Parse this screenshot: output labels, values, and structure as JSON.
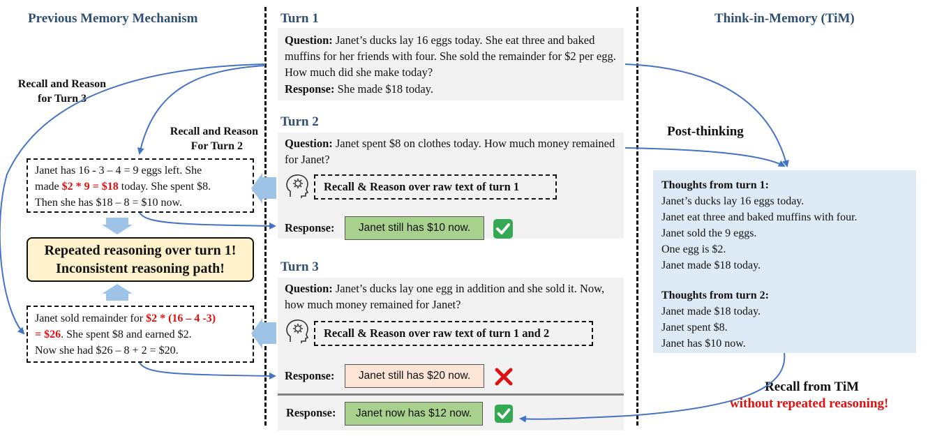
{
  "headers": {
    "left": "Previous Memory Mechanism",
    "right": "Think-in-Memory (TiM)"
  },
  "turn1": {
    "title": "Turn 1",
    "question_label": "Question:",
    "question_text": " Janet’s ducks lay 16 eggs today. She eat three and baked muffins for her friends with four. She sold the remainder for $2 per egg. How much did she make today?",
    "response_label": "Response:",
    "response_text": " She made $18 today."
  },
  "turn2": {
    "title": "Turn 2",
    "question_label": "Question:",
    "question_text": " Janet spent $8 on clothes today. How much money remained for Janet?",
    "recall_text": "Recall & Reason over raw text of turn 1",
    "response_label": "Response:",
    "response_value": "Janet still has $10 now."
  },
  "turn3": {
    "title": "Turn 3",
    "question_label": "Question:",
    "question_text": " Janet’s ducks lay one egg in addition and she sold it. Now, how much money remained for Janet?",
    "recall_text": "Recall & Reason over raw text of turn 1 and  2",
    "response_label": "Response:",
    "response_value": "Janet still has $20 now.",
    "tim_response_label": "Response:",
    "tim_response_value": "Janet now has $12 now."
  },
  "left": {
    "recall_turn3": [
      "Recall and Reason",
      "for Turn 3"
    ],
    "recall_turn2": [
      "Recall and Reason",
      "For Turn 2"
    ],
    "box1": {
      "line1": "Janet has 16 - 3 – 4 = 9 eggs left. She",
      "line2_pre": "made ",
      "line2_red": "$2 * 9 = $18",
      "line2_post": " today. She spent $8.",
      "line3": "Then she has $18 – 8 = $10 now."
    },
    "summary": [
      "Repeated reasoning over turn 1!",
      "Inconsistent reasoning path!"
    ],
    "box2": {
      "line1_pre": "Janet sold remainder for ",
      "line1_red": "$2 * (16 – 4 -3)",
      "line2_red": "= $26",
      "line2_post": ". She spent $8 and earned $2.",
      "line3": "Now she had $26 – 8 + 2 = $20."
    }
  },
  "right": {
    "post_thinking": "Post-thinking",
    "thoughts1_title": "Thoughts from turn 1:",
    "thoughts1": [
      "Janet’s ducks lay 16 eggs today.",
      "Janet eat three and baked muffins with four.",
      "Janet sold the 9 eggs.",
      "One egg is $2.",
      "Janet made $18 today."
    ],
    "thoughts2_title": "Thoughts from turn 2:",
    "thoughts2": [
      "Janet made $18 today.",
      "Janet spent $8.",
      "Janet has $10 now."
    ],
    "recall_from_tim": "Recall from TiM",
    "without_repeated": "without repeated reasoning!"
  },
  "icons": {
    "check": "check-mark-icon",
    "cross": "cross-mark-icon",
    "brain": "brain-gear-icon"
  },
  "colors": {
    "header_blue": "#2f4f73",
    "arrow_blue": "#4472c4",
    "red": "#e01010",
    "panel_gray": "#f2f2f2",
    "tim_blue": "#deebf7",
    "summary_yellow": "#fff2cc",
    "green_pill": "#a9d18e",
    "peach_pill": "#fce4d6"
  }
}
